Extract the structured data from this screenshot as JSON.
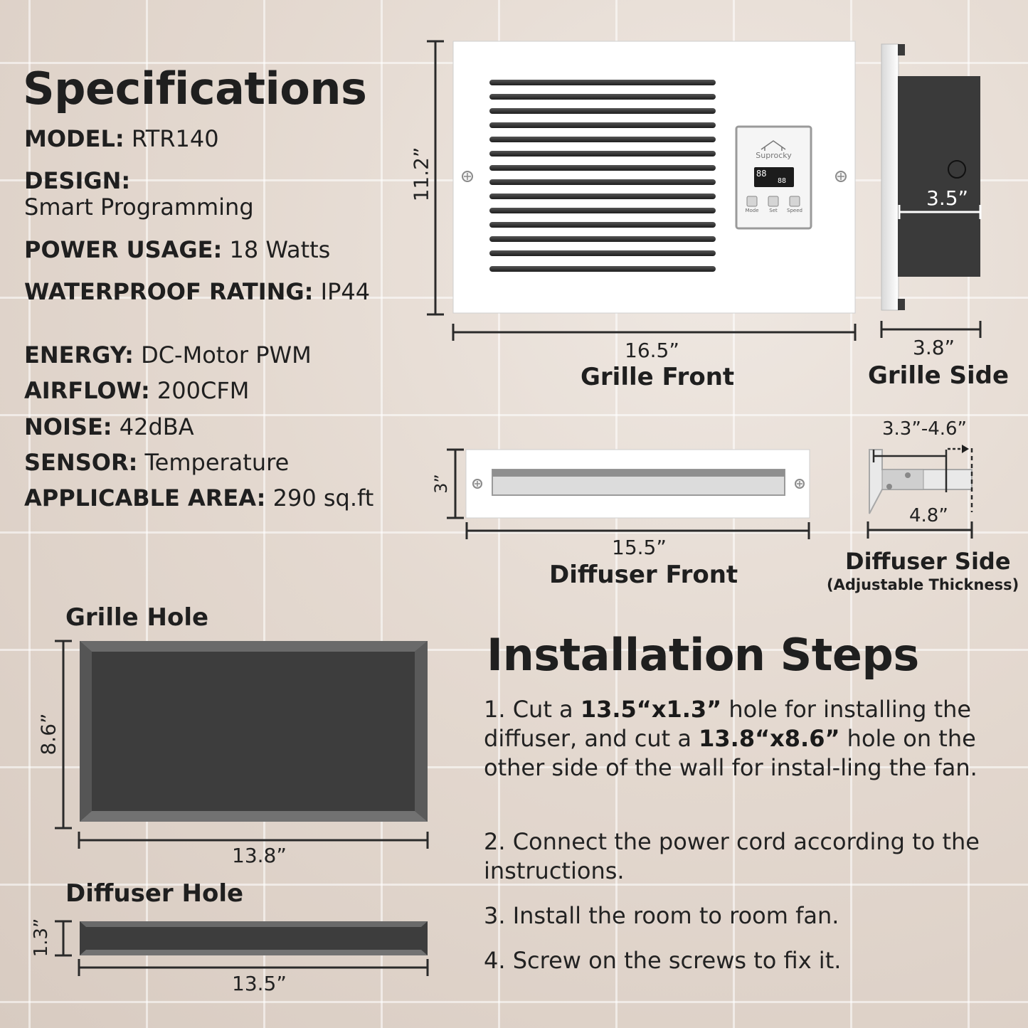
{
  "specs_title": "Specifications",
  "specs": [
    {
      "key": "MODEL:",
      "value": " RTR140"
    },
    {
      "key": "DESIGN:",
      "value": "Smart Programming"
    },
    {
      "key": "POWER USAGE:",
      "value": " 18 Watts"
    },
    {
      "key": "WATERPROOF RATING:",
      "value": " IP44"
    },
    {
      "key": "ENERGY:",
      "value": " DC-Motor PWM"
    },
    {
      "key": "AIRFLOW:",
      "value": " 200CFM"
    },
    {
      "key": "NOISE:",
      "value": " 42dBA"
    },
    {
      "key": "SENSOR:",
      "value": " Temperature"
    },
    {
      "key": "APPLICABLE AREA:",
      "value": " 290 sq.ft"
    }
  ],
  "grille_front": {
    "label": "Grille Front",
    "width": "16.5”",
    "height": "11.2”"
  },
  "grille_side": {
    "label": "Grille Side",
    "depth": "3.8”",
    "inner": "3.5”"
  },
  "diffuser_front": {
    "label": "Diffuser Front",
    "width": "15.5”",
    "height": "3”"
  },
  "diffuser_side": {
    "label": "Diffuser Side",
    "sublabel": "(Adjustable Thickness)",
    "range": "3.3”-4.6”",
    "depth": "4.8”"
  },
  "panel": {
    "brand": "Suprocky",
    "display_left": "88",
    "display_right": "88",
    "buttons": [
      "Mode",
      "Set",
      "Speed"
    ]
  },
  "grille_hole": {
    "label": "Grille Hole",
    "width": "13.8”",
    "height": "8.6”"
  },
  "diffuser_hole": {
    "label": "Diffuser Hole",
    "width": "13.5”",
    "height": "1.3”"
  },
  "install_title": "Installation Steps",
  "steps": {
    "s1": {
      "a": "1. Cut a ",
      "b": "13.5“x1.3”",
      "c": " hole for installing the diffuser, and cut a ",
      "d": "13.8“x8.6”",
      "e": " hole on the other side of the wall for instal-ling the fan."
    },
    "s2": "2. Connect the power cord according to the instructions.",
    "s3": "3. Install the room to room fan.",
    "s4": "4. Screw on the screws to fix it."
  },
  "colors": {
    "hole": "#3d3d3d",
    "grille": "#ffffff",
    "slat": "#2b2b2b",
    "side_box": "#3a3a3a"
  }
}
